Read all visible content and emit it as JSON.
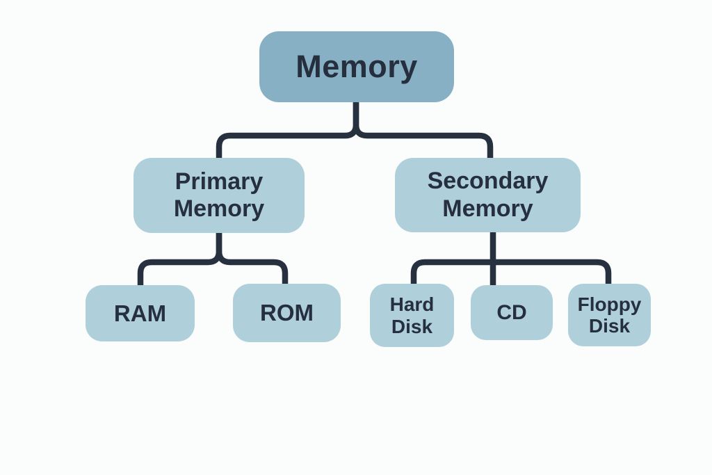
{
  "diagram": {
    "type": "tree",
    "description": "Memory classification flowchart",
    "levels": 3
  },
  "colors": {
    "background": "#fbfcfc",
    "root_fill": "#87b0c4",
    "child_fill": "#afcfdb",
    "text": "#262f3d",
    "line": "#27303e"
  },
  "nodes": {
    "memory": {
      "label": "Memory",
      "parent": null
    },
    "primary_memory": {
      "label": "Primary\nMemory",
      "parent": "memory"
    },
    "secondary_memory": {
      "label": "Secondary\nMemory",
      "parent": "memory"
    },
    "ram": {
      "label": "RAM",
      "parent": "primary_memory"
    },
    "rom": {
      "label": "ROM",
      "parent": "primary_memory"
    },
    "hard_disk": {
      "label": "Hard\nDisk",
      "parent": "secondary_memory"
    },
    "cd": {
      "label": "CD",
      "parent": "secondary_memory"
    },
    "floppy_disk": {
      "label": "Floppy\nDisk",
      "parent": "secondary_memory"
    }
  }
}
